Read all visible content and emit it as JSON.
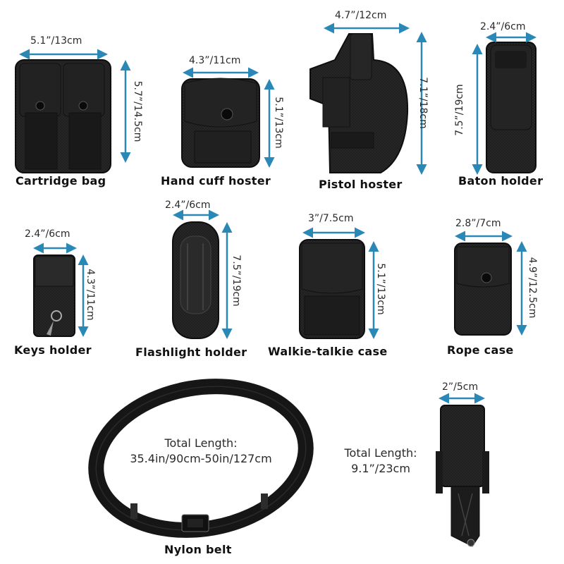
{
  "items": [
    {
      "label": "Cartridge bag",
      "width": "5.1”/13cm",
      "height": "5.7”/14.5cm"
    },
    {
      "label": "Hand cuff hoster",
      "width": "4.3”/11cm",
      "height": "5.1”/13cm"
    },
    {
      "label": "Pistol hoster",
      "width": "4.7”/12cm",
      "height": "7.1”/18cm"
    },
    {
      "label": "Baton holder",
      "width": "2.4”/6cm",
      "height": "7.5”/19cm"
    },
    {
      "label": "Keys holder",
      "width": "2.4”/6cm",
      "height": "4.3”/11cm"
    },
    {
      "label": "Flashlight holder",
      "width": "2.4”/6cm",
      "height": "7.5”/19cm"
    },
    {
      "label": "Walkie-talkie case",
      "width": "3”/7.5cm",
      "height": "5.1”/13cm"
    },
    {
      "label": "Rope case",
      "width": "2.8”/7cm",
      "height": "4.9”/12.5cm"
    },
    {
      "label": "Nylon belt",
      "note_line1": "Total Length:",
      "note_line2": "35.4in/90cm-50in/127cm"
    },
    {
      "width": "2”/5cm",
      "note_line1": "Total Length:",
      "note_line2": "9.1”/23cm"
    }
  ],
  "colors": {
    "arrow": "#2a88b7",
    "product": "#1b1b1b",
    "text": "#111111"
  }
}
